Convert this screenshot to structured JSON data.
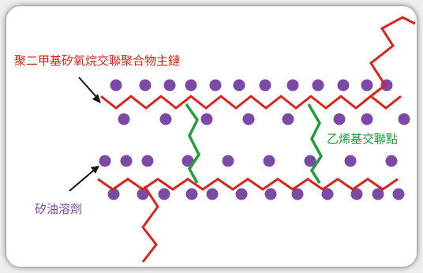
{
  "labels": {
    "polymer_backbone": "聚二甲基矽氧烷交聯聚合物主鏈",
    "vinyl_crosslink": "乙烯基交聯點",
    "silicone_oil": "矽油溶劑"
  },
  "colors": {
    "backbone": "#d9261c",
    "crosslink": "#1f9e3a",
    "solvent": "#7b4aa6",
    "arrow": "#111111",
    "card": "#ffffff"
  }
}
